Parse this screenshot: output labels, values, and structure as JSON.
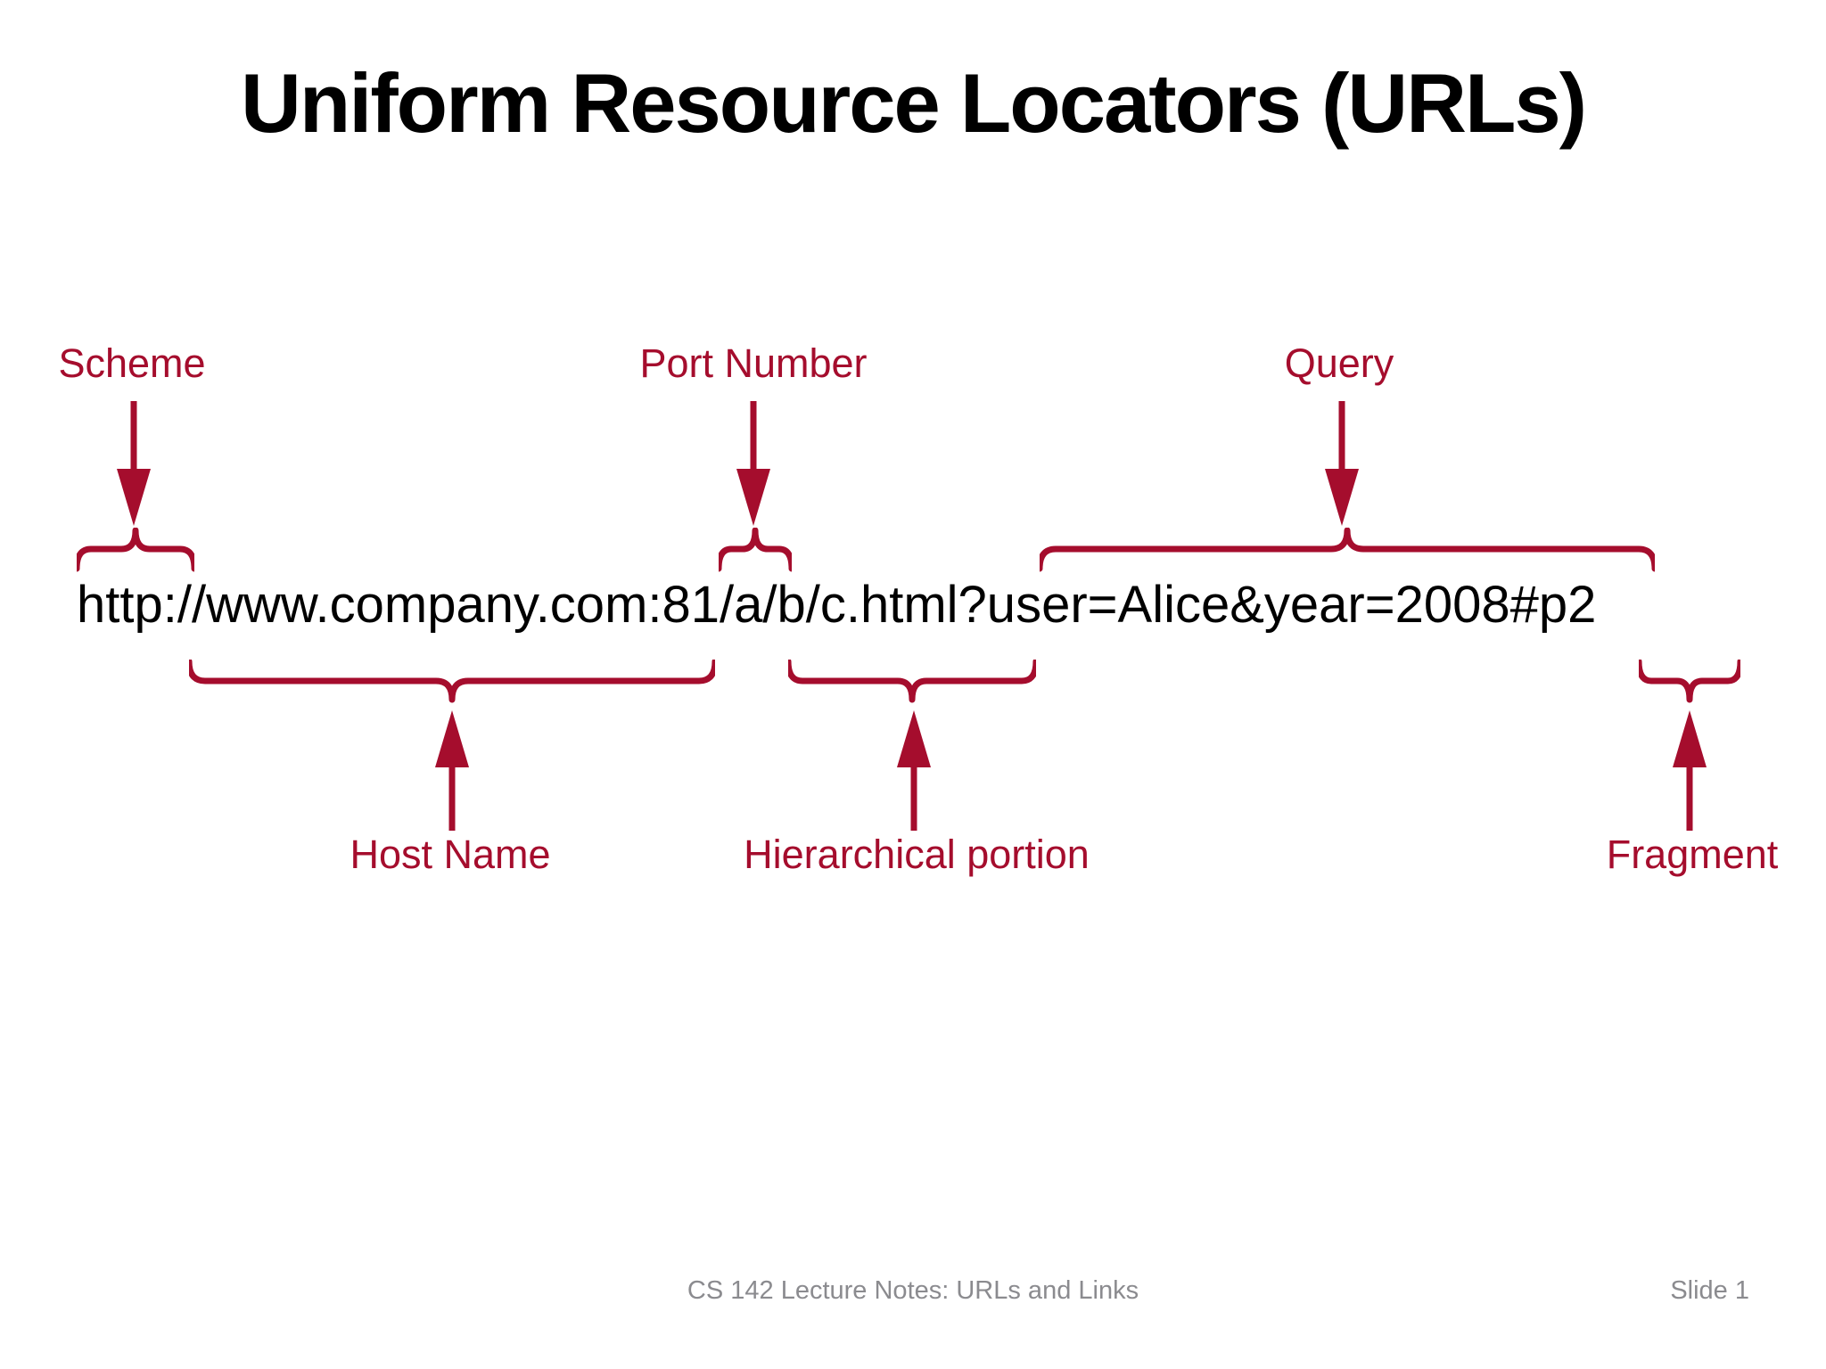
{
  "slide": {
    "title": "Uniform Resource Locators (URLs)",
    "url": "http://www.company.com:81/a/b/c.html?user=Alice&year=2008#p2",
    "annotations": {
      "top": [
        {
          "label": "Scheme",
          "covers": "http",
          "pointer": "down-arrow"
        },
        {
          "label": "Port Number",
          "covers": "81",
          "pointer": "down-arrow"
        },
        {
          "label": "Query",
          "covers": "user=Alice&year=2008",
          "pointer": "down-arrow"
        }
      ],
      "bottom": [
        {
          "label": "Host Name",
          "covers": "www.company.com",
          "pointer": "up-arrow"
        },
        {
          "label": "Hierarchical portion",
          "covers": "/a/b/c.html",
          "pointer": "up-arrow"
        },
        {
          "label": "Fragment",
          "covers": "#p2",
          "pointer": "up-arrow"
        }
      ]
    },
    "footer": {
      "center": "CS 142 Lecture Notes: URLs and Links",
      "right": "Slide 1"
    },
    "colors": {
      "annotation": "#A50D2D",
      "title": "#000000",
      "url_text": "#000000",
      "footer": "#8B8B8F"
    }
  }
}
